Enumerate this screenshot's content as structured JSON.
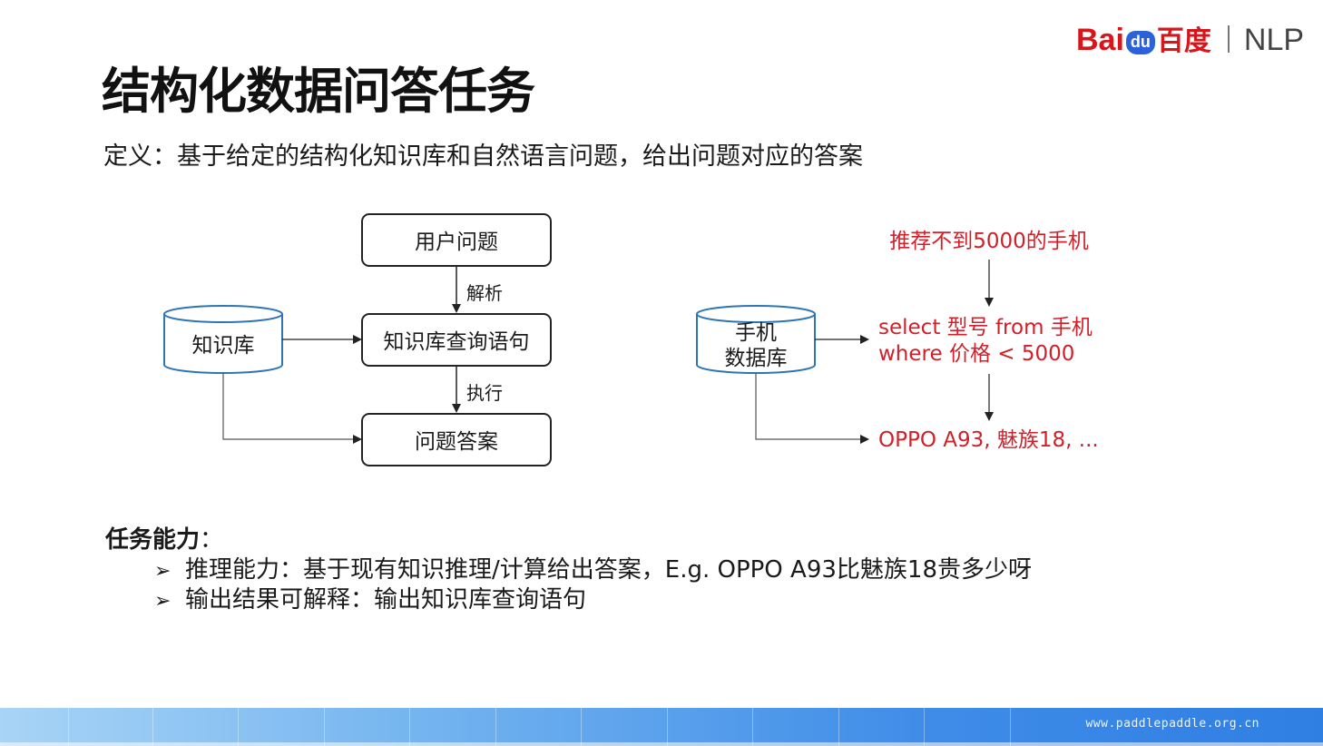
{
  "title": "结构化数据问答任务",
  "definition": "定义：基于给定的结构化知识库和自然语言问题，给出问题对应的答案",
  "logo": {
    "bai": "Bai",
    "du": "du",
    "chinese": "百度",
    "product": "NLP"
  },
  "diagram_left": {
    "user_question": "用户问题",
    "parse_label": "解析",
    "kb": "知识库",
    "kb_query": "知识库查询语句",
    "execute_label": "执行",
    "answer": "问题答案"
  },
  "diagram_right": {
    "db_line1": "手机",
    "db_line2": "数据库",
    "question": "推荐不到5000的手机",
    "query_line1": "select 型号 from 手机",
    "query_line2": "where 价格 < 5000",
    "result": "OPPO A93, 魅族18, ..."
  },
  "abilities": {
    "heading": "任务能力",
    "colon": "：",
    "items": [
      "推理能力：基于现有知识推理/计算给出答案，E.g. OPPO A93比魅族18贵多少呀",
      "输出结果可解释：输出知识库查询语句"
    ]
  },
  "bullet_symbol": "➢",
  "footer": {
    "url": "www.paddlepaddle.org.cn"
  },
  "colors": {
    "box_stroke": "#222222",
    "cylinder_stroke": "#2e75b6",
    "red_text": "#d0202a",
    "footer_blue": "#3f8ce8"
  }
}
